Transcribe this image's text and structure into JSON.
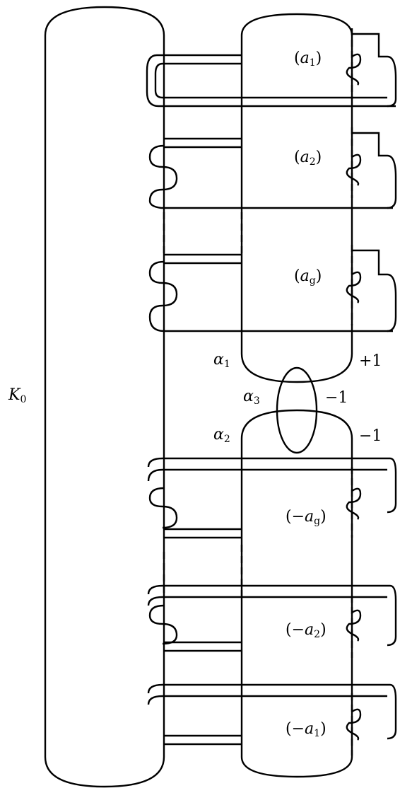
{
  "labels": {
    "k0": {
      "base": "K",
      "sub": "0"
    },
    "alpha1": {
      "base": "α",
      "sub": "1"
    },
    "alpha2": {
      "base": "α",
      "sub": "2"
    },
    "alpha3": {
      "base": "α",
      "sub": "3"
    },
    "plus1": "+1",
    "minus1_alpha3": "−1",
    "minus1_alpha2": "−1",
    "twists": [
      {
        "open": "(",
        "base": "a",
        "sub": "1",
        "close": ")"
      },
      {
        "open": "(",
        "base": "a",
        "sub": "2",
        "close": ")"
      },
      {
        "open": "(",
        "base": "a",
        "sub": "g",
        "close": ")"
      },
      {
        "open": "(−",
        "base": "a",
        "sub": "g",
        "close": ")"
      },
      {
        "open": "(−",
        "base": "a",
        "sub": "2",
        "close": ")"
      },
      {
        "open": "(−",
        "base": "a",
        "sub": "1",
        "close": ")"
      }
    ]
  }
}
